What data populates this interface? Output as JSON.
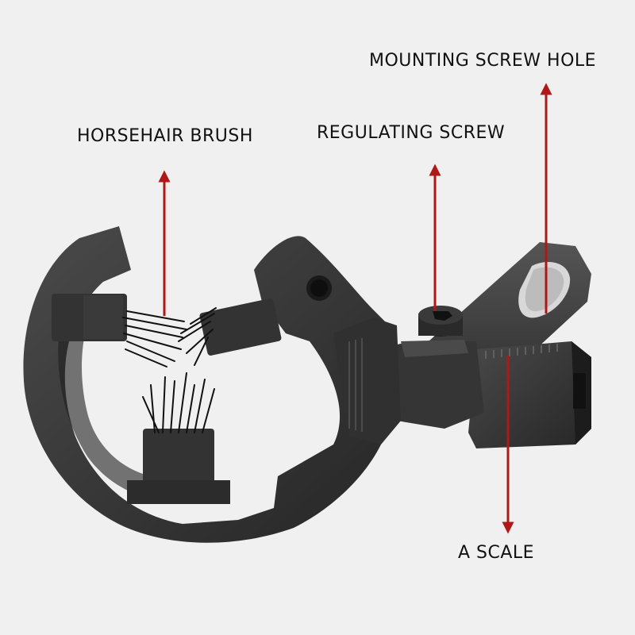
{
  "labels": {
    "mounting_screw_hole": "MOUNTING SCREW HOLE",
    "horsehair_brush": "HORSEHAIR BRUSH",
    "regulating_screw": "REGULATING SCREW",
    "a_scale": "A SCALE"
  },
  "colors": {
    "background": "#f0f0f0",
    "arrow": "#b01818",
    "body_dark": "#2b2b2b",
    "body_mid": "#3c3c3c",
    "body_light": "#555555"
  }
}
